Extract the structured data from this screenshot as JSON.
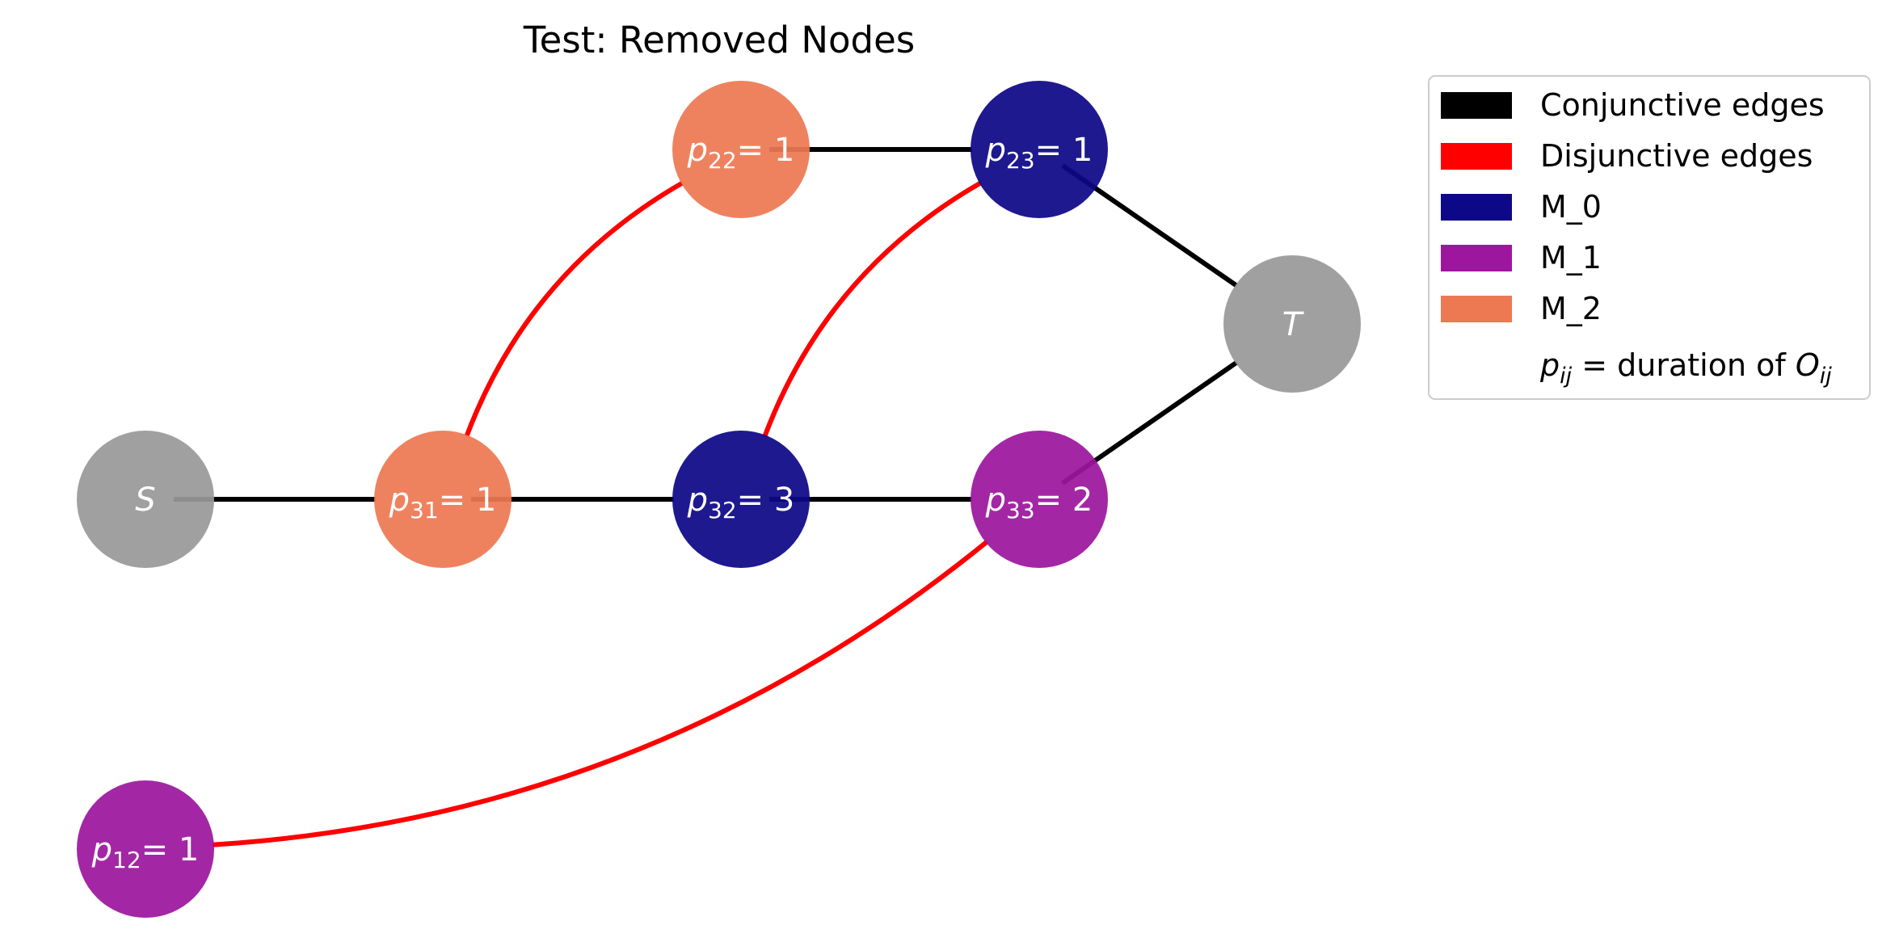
{
  "title": "Test: Removed Nodes",
  "colors": {
    "conjunctive": "#000000",
    "disjunctive": "#ff0000",
    "M_0": "#0d0887",
    "M_1": "#9c179e",
    "M_2": "#ed7953",
    "terminal": "#999999"
  },
  "nodes": [
    {
      "id": "S",
      "label": "S",
      "italic": true,
      "color": "terminal"
    },
    {
      "id": "p31",
      "label": "p",
      "sub": "31",
      "value": "= 1",
      "color": "M_2"
    },
    {
      "id": "p22",
      "label": "p",
      "sub": "22",
      "value": "= 1",
      "color": "M_2"
    },
    {
      "id": "p32",
      "label": "p",
      "sub": "32",
      "value": "= 3",
      "color": "M_0"
    },
    {
      "id": "p23",
      "label": "p",
      "sub": "23",
      "value": "= 1",
      "color": "M_0"
    },
    {
      "id": "p33",
      "label": "p",
      "sub": "33",
      "value": "= 2",
      "color": "M_1"
    },
    {
      "id": "T",
      "label": "T",
      "italic": true,
      "color": "terminal"
    },
    {
      "id": "p12",
      "label": "p",
      "sub": "12",
      "value": "= 1",
      "color": "M_1"
    }
  ],
  "edges": {
    "conjunctive": [
      [
        "S",
        "p31"
      ],
      [
        "p31",
        "p32"
      ],
      [
        "p32",
        "p33"
      ],
      [
        "p22",
        "p23"
      ],
      [
        "p23",
        "T"
      ],
      [
        "p33",
        "T"
      ]
    ],
    "disjunctive": [
      [
        "p31",
        "p22"
      ],
      [
        "p32",
        "p23"
      ],
      [
        "p12",
        "p33"
      ]
    ]
  },
  "legend": {
    "items": [
      {
        "label": "Conjunctive edges",
        "color": "conjunctive"
      },
      {
        "label": "Disjunctive edges",
        "color": "disjunctive"
      },
      {
        "label": "M_0",
        "color": "M_0"
      },
      {
        "label": "M_1",
        "color": "M_1"
      },
      {
        "label": "M_2",
        "color": "M_2"
      }
    ],
    "note": {
      "p": "p",
      "p_sub": "ij",
      "text": " = duration of ",
      "o": "O",
      "o_sub": "ij"
    }
  }
}
